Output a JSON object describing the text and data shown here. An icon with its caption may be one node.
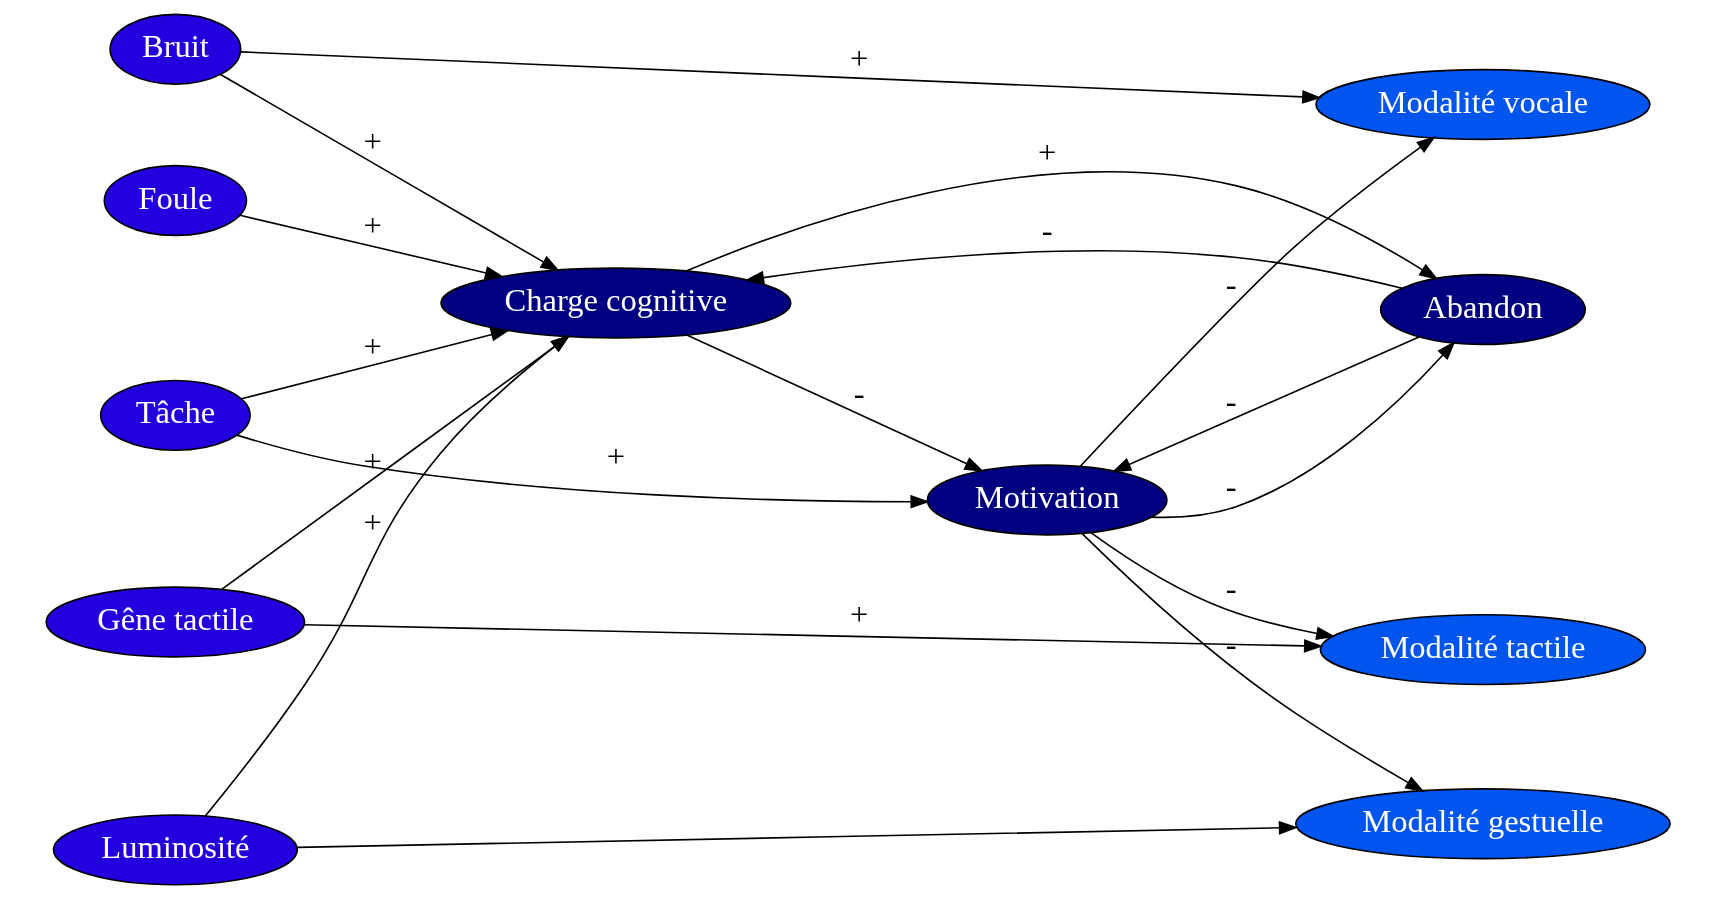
{
  "diagram": {
    "nodes": [
      {
        "text": [
          "Bruit"
        ]
      },
      {
        "text": [
          "Tâche"
        ]
      },
      {
        "text": [
          "Gêne tactile"
        ]
      },
      {
        "text": [
          "Charge cognitive"
        ]
      },
      {
        "text": [
          "Modalité tactile"
        ]
      },
      {
        "text": [
          "Foule"
        ]
      },
      {
        "text": [
          "Motivation"
        ]
      },
      {
        "text": [
          "Modalité vocale"
        ]
      },
      {
        "text": [
          "Abandon"
        ]
      },
      {
        "text": [
          "Luminosité"
        ]
      },
      {
        "text": [
          "Modalité gestuelle"
        ]
      }
    ],
    "edges": [
      {
        "from": 0,
        "to": 3,
        "arrow": "to",
        "label": "+"
      },
      {
        "from": 0,
        "to": 7,
        "arrow": "to",
        "label": "+"
      },
      {
        "from": 1,
        "to": 3,
        "arrow": "to",
        "label": "+"
      },
      {
        "from": 1,
        "to": 6,
        "arrow": "to",
        "label": "+"
      },
      {
        "from": 2,
        "to": 4,
        "arrow": "to",
        "label": "+"
      },
      {
        "from": 2,
        "to": 3,
        "arrow": "to",
        "label": "+"
      },
      {
        "from": 5,
        "to": 3,
        "arrow": "to",
        "label": "+"
      },
      {
        "from": 9,
        "to": 3,
        "arrow": "to",
        "label": "+"
      },
      {
        "from": 9,
        "to": 10,
        "arrow": "to"
      },
      {
        "from": 3,
        "to": 6,
        "arrow": "to",
        "label": "-"
      },
      {
        "from": 3,
        "to": 8,
        "arrow": "to",
        "label": "+"
      },
      {
        "from": 8,
        "to": 3,
        "arrow": "to",
        "label": "-"
      },
      {
        "from": 6,
        "to": 8,
        "arrow": "to",
        "label": "-"
      },
      {
        "from": 8,
        "to": 6,
        "arrow": "to",
        "label": "-"
      },
      {
        "from": 6,
        "to": 4,
        "arrow": "to",
        "label": "-"
      },
      {
        "from": 6,
        "to": 7,
        "arrow": "to",
        "label": "-"
      },
      {
        "from": 6,
        "to": 10,
        "arrow": "to",
        "label": "-"
      }
    ]
  }
}
